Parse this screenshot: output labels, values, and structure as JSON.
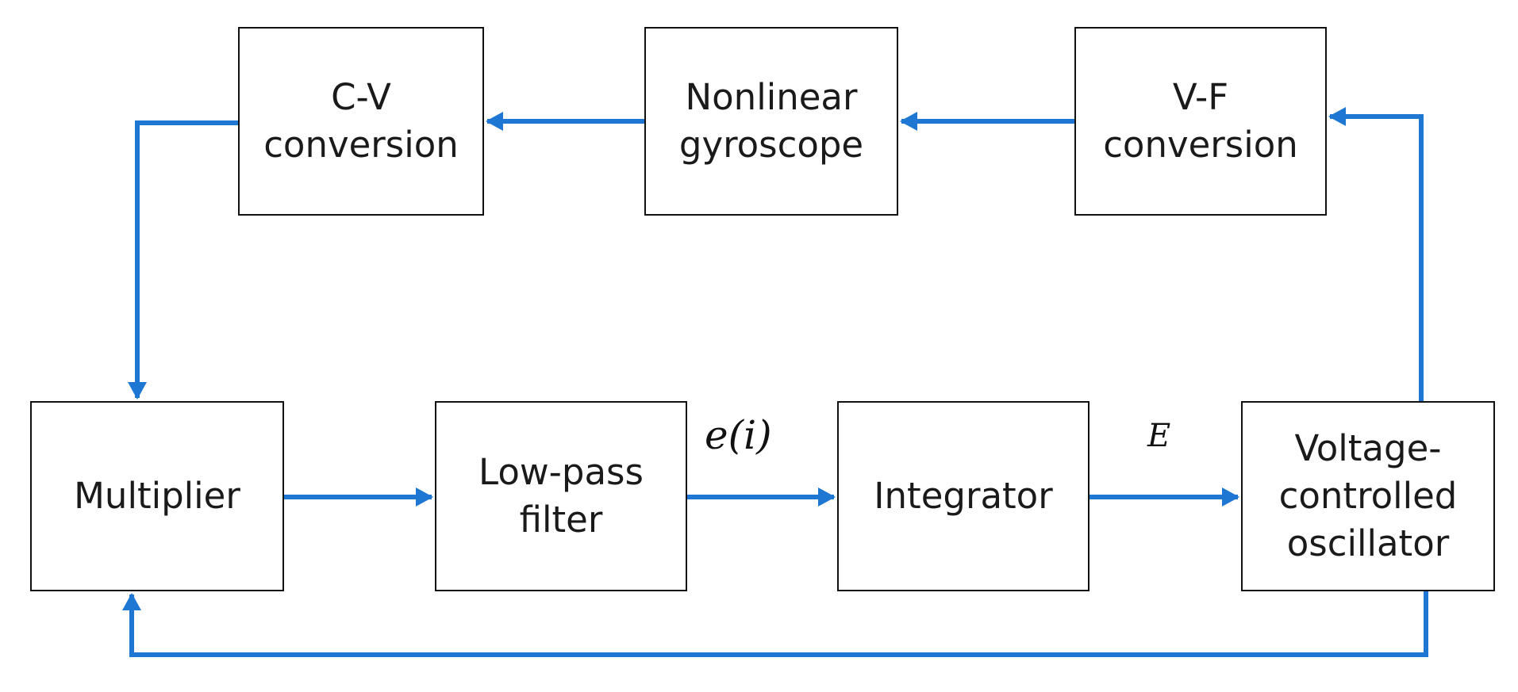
{
  "diagram": {
    "blocks": {
      "cv": "C-V\nconversion",
      "gyro": "Nonlinear\ngyroscope",
      "vf": "V-F\nconversion",
      "multiplier": "Multiplier",
      "lpf": "Low-pass\nfilter",
      "integrator": "Integrator",
      "vco": "Voltage-\ncontrolled\noscillator"
    },
    "signals": {
      "error": "e(i)",
      "integrated": "E"
    },
    "colors": {
      "arrow": "#1f77d4",
      "border": "#111111",
      "text": "#1a1a1a"
    }
  }
}
